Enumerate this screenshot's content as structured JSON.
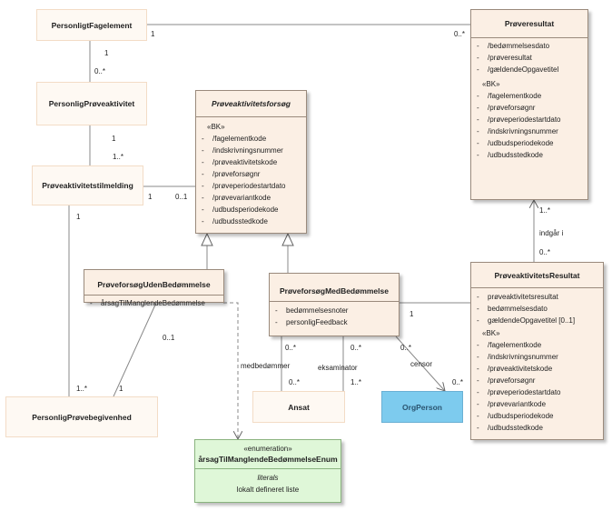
{
  "classes": {
    "fagelement": {
      "name": "PersonligtFagelement"
    },
    "proeveaktivitet": {
      "name": "PersonligPrøveaktivitet"
    },
    "tilmelding": {
      "name": "Prøveaktivitetstilmelding"
    },
    "begivenhed": {
      "name": "PersonligPrøvebegivenhed"
    },
    "ansat": {
      "name": "Ansat"
    },
    "orgperson": {
      "name": "OrgPerson"
    },
    "forsoeg": {
      "name": "Prøveaktivitetsforsøg",
      "stereotype": "«BK»",
      "attributes": [
        "/fagelementkode",
        "/indskrivningsnummer",
        "/prøveaktivitetskode",
        "/prøveforsøgnr",
        "/prøveperiodestartdato",
        "/prøvevariantkode",
        "/udbudsperiodekode",
        "/udbudsstedkode"
      ]
    },
    "resultat": {
      "name": "Prøveresultat",
      "attributes": [
        "/bedømmelsesdato",
        "/prøveresultat",
        "/gældendeOpgavetitel"
      ],
      "stereotype": "«BK»",
      "bk_attributes": [
        "/fagelementkode",
        "/prøveforsøgnr",
        "/prøveperiodestartdato",
        "/indskrivningsnummer",
        "/udbudsperiodekode",
        "/udbudsstedkode"
      ]
    },
    "uden": {
      "name": "PrøveforsøgUdenBedømmelse",
      "attributes": [
        "årsagTilManglendeBedømmelse"
      ]
    },
    "med": {
      "name": "PrøveforsøgMedBedømmelse",
      "attributes": [
        "bedømmelsesnoter",
        "personligFeedback"
      ]
    },
    "aktresultat": {
      "name": "PrøveaktivitetsResultat",
      "attributes": [
        "prøveaktivitetsresultat",
        "bedømmelsesdato",
        "gældendeOpgavetitel [0..1]"
      ],
      "stereotype": "«BK»",
      "bk_attributes": [
        "/fagelementkode",
        "/indskrivningsnummer",
        "/prøveaktivitetskode",
        "/prøveforsøgnr",
        "/prøveperiodestartdato",
        "/prøvevariantkode",
        "/udbudsperiodekode",
        "/udbudsstedkode"
      ]
    },
    "enum": {
      "stereotype": "«enumeration»",
      "name": "årsagTilManglendeBedømmelseEnum",
      "section": "literals",
      "literals": [
        "lokalt defineret liste"
      ]
    }
  },
  "labels": {
    "m1": "1",
    "m2": "0..*",
    "m3": "1",
    "m4": "0..*",
    "m5": "1",
    "m6": "1..*",
    "m7": "1",
    "m8": "0..1",
    "m9": "1",
    "m10": "1..*",
    "m11": "0..1",
    "m12": "1",
    "m13": "1..*",
    "m14": "0..*",
    "m15": "1",
    "m16": "0..*",
    "m17": "0..*",
    "m18": "1..*",
    "m19": "0..*",
    "m20": "0..*",
    "r_indgaar": "indgår i",
    "r_medbed": "medbedømmer",
    "r_eksam": "eksaminator",
    "r_censor": "censor"
  },
  "dash": "-"
}
